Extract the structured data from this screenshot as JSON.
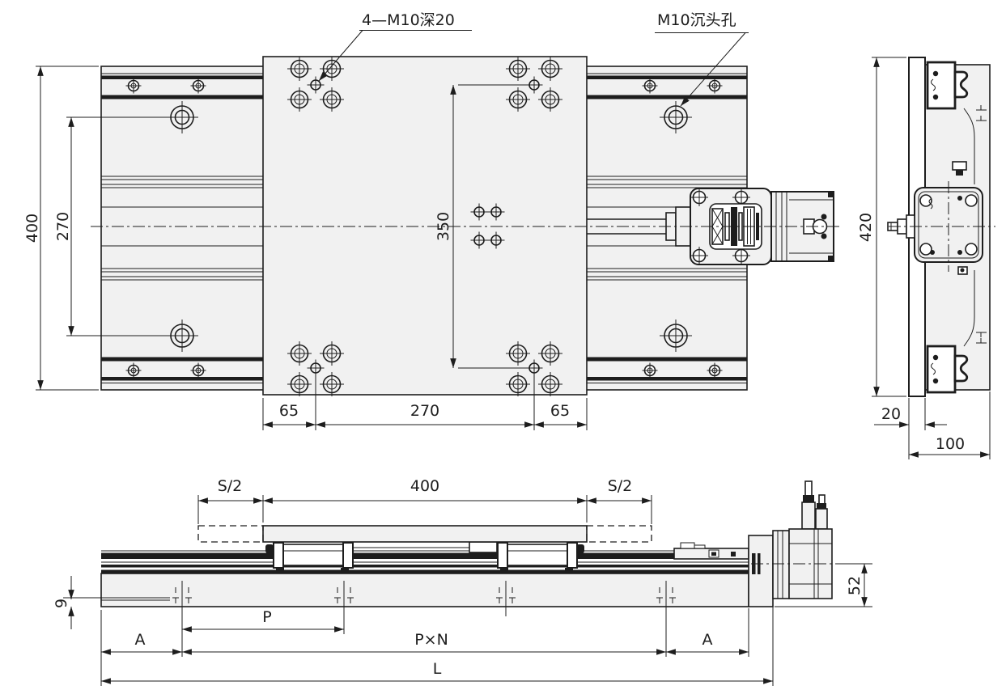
{
  "drawing": {
    "top_view": {
      "callout_tapped_holes": "4—M10深20",
      "callout_counterbore": "M10沉头孔",
      "dim_base_width": "400",
      "dim_counterbore_spacing": "270",
      "dim_table_hole_offset_left": "65",
      "dim_table_hole_pitch": "270",
      "dim_table_hole_offset_right": "65",
      "dim_table_hole_span": "350"
    },
    "side_view": {
      "dim_table_height": "420",
      "dim_table_thickness": "20",
      "dim_body_depth": "100"
    },
    "front_view": {
      "dim_stroke_half_left": "S/2",
      "dim_table_length": "400",
      "dim_stroke_half_right": "S/2",
      "dim_base_step": "9",
      "dim_end_margin_left": "A",
      "dim_hole_pitch": "P",
      "dim_pitch_span": "P×N",
      "dim_end_margin_right": "A",
      "dim_total_length": "L",
      "dim_motor_center_height": "52"
    },
    "colors": {
      "line": "#1d1d1d",
      "part_fill": "#f1f1f1",
      "background": "#ffffff"
    }
  }
}
